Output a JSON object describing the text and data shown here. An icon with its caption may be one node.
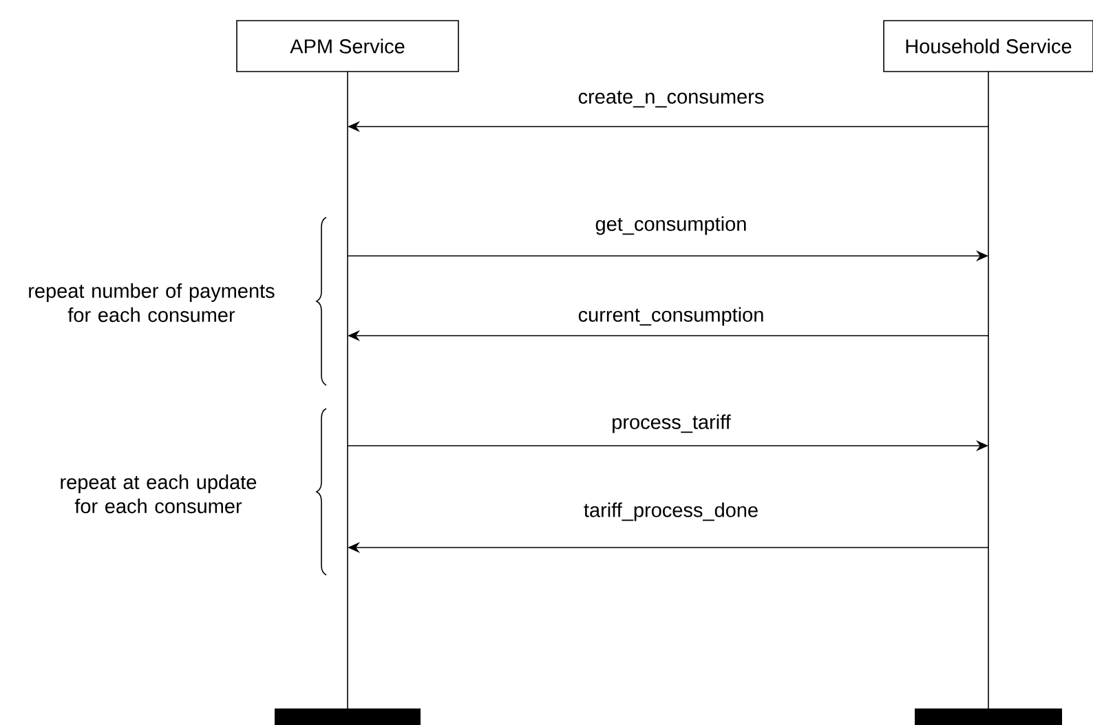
{
  "diagram": {
    "nodes": [
      {
        "text": [
          "APM Service"
        ]
      },
      {
        "text": [
          "Household Service"
        ]
      }
    ],
    "edges": [
      {
        "from": 1,
        "to": 0,
        "arrow": "to",
        "label": "create_n_consumers"
      },
      {
        "from": 0,
        "to": 1,
        "arrow": "to",
        "label": "get_consumption"
      },
      {
        "from": 1,
        "to": 0,
        "arrow": "to",
        "label": "current_consumption"
      },
      {
        "from": 0,
        "to": 1,
        "arrow": "to",
        "label": "process_tariff"
      },
      {
        "from": 1,
        "to": 0,
        "arrow": "to",
        "label": "tariff_process_done"
      }
    ],
    "labels": [
      "repeat number of payments for each consumer",
      "repeat at each update for each consumer"
    ]
  }
}
